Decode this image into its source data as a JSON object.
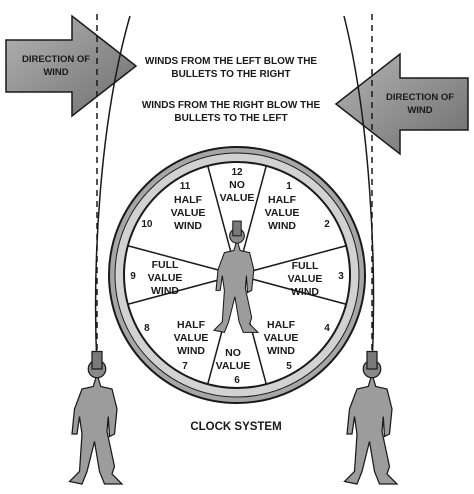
{
  "arrows": {
    "left_label_line1": "DIRECTION OF",
    "left_label_line2": "WIND",
    "right_label_line1": "DIRECTION OF",
    "right_label_line2": "WIND"
  },
  "notes": {
    "left_wind_line1": "WINDS FROM THE LEFT BLOW THE",
    "left_wind_line2": "BULLETS TO THE RIGHT",
    "right_wind_line1": "WINDS FROM THE RIGHT BLOW THE",
    "right_wind_line2": "BULLETS TO THE LEFT"
  },
  "clock": {
    "caption": "CLOCK SYSTEM",
    "numbers": [
      "12",
      "1",
      "2",
      "3",
      "4",
      "5",
      "6",
      "7",
      "8",
      "9",
      "10",
      "11"
    ],
    "zones": {
      "no_value_top": [
        "NO",
        "VALUE"
      ],
      "half_value_upper_right": [
        "HALF",
        "VALUE",
        "WIND"
      ],
      "full_value_right": [
        "FULL",
        "VALUE",
        "WIND"
      ],
      "half_value_lower_right": [
        "HALF",
        "VALUE",
        "WIND"
      ],
      "no_value_bottom": [
        "NO",
        "VALUE"
      ],
      "half_value_lower_left": [
        "HALF",
        "VALUE",
        "WIND"
      ],
      "full_value_left": [
        "FULL",
        "VALUE",
        "WIND"
      ],
      "half_value_upper_left": [
        "HALF",
        "VALUE",
        "WIND"
      ]
    }
  },
  "colors": {
    "arrow_fill": "#8c8c8c",
    "ring": "#9a9a9a",
    "line": "#1a1a1a",
    "figure": "#9c9c9c"
  }
}
